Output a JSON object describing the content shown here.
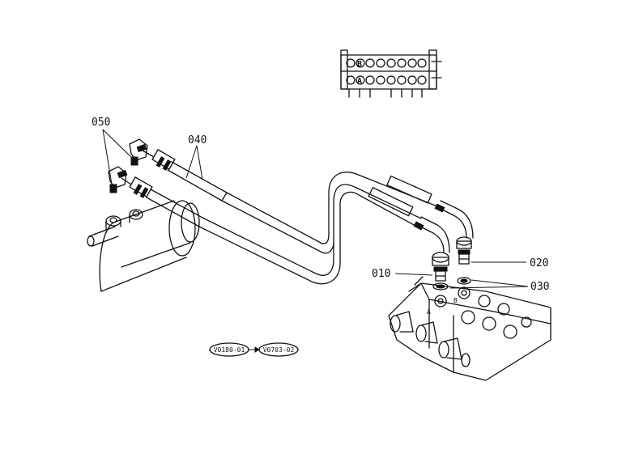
{
  "diagram": {
    "part_labels": {
      "p010": "010",
      "p020": "020",
      "p030": "030",
      "p040": "040",
      "p050": "050"
    },
    "port_labels": {
      "b": "B",
      "a": "A"
    },
    "references": {
      "ref1": "V0180-01",
      "ref2": "V0703-02"
    },
    "colors": {
      "ink": "#111111",
      "paper": "#ffffff"
    }
  }
}
